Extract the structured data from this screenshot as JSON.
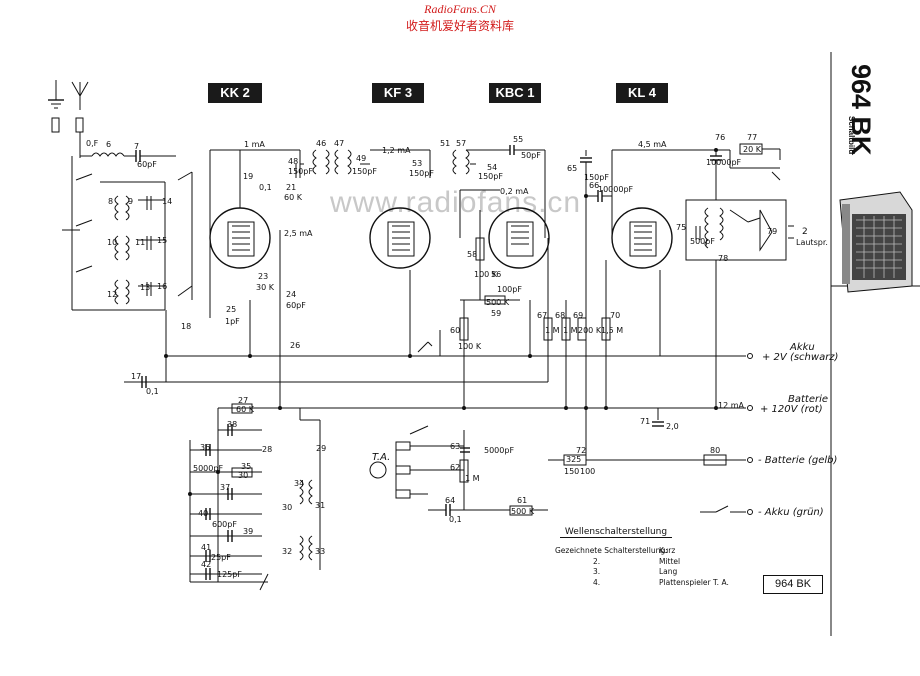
{
  "watermark": {
    "site": "RadioFans.CN",
    "tagline": "收音机爱好者资料库",
    "center": "www.radiofans.cn"
  },
  "title": {
    "model": "964 BK",
    "subtitle": "Schaltbild"
  },
  "tubes": [
    "KK 2",
    "KF 3",
    "KBC 1",
    "KL 4"
  ],
  "model_box": "964 BK",
  "supply": {
    "akku_label": "Akku",
    "akku_value": "+ 2V (schwarz)",
    "batterie_label": "Batterie",
    "batterie_value": "+ 120V (rot)",
    "batterie_gelb": "- Batterie (gelb)",
    "akku_gruen": "- Akku (grün)",
    "current_12": "12 mA"
  },
  "speaker": {
    "number": "2",
    "label": "Lautspr."
  },
  "currents": [
    "1 mA",
    "1,2 mA",
    "0,2 mA",
    "4,5 mA",
    "2,5 mA"
  ],
  "ta_label": "T.A.",
  "wellenschalter": {
    "title": "Wellenschalterstellung",
    "rows": [
      {
        "pos": "Gezeichnete Schalterstellung:",
        "name": "Kurz"
      },
      {
        "pos": "2.",
        "name": "Mittel"
      },
      {
        "pos": "3.",
        "name": "Lang"
      },
      {
        "pos": "4.",
        "name": "Plattenspieler   T. A."
      }
    ]
  },
  "components": {
    "c6": "6",
    "c7": "7",
    "c7v": "60pF",
    "of": "0,F",
    "c8": "8",
    "c9": "9",
    "c10": "10",
    "c11": "11",
    "c12": "12",
    "c13": "13",
    "c14": "14",
    "c15": "15",
    "c16": "16",
    "c17": "17",
    "c17v": "0,1",
    "c18": "18",
    "c19": "19",
    "c19v": "0,1",
    "c21": "21",
    "c21v": "60 K",
    "c23": "23",
    "c23v": "30 K",
    "c24": "24",
    "c24v": "60pF",
    "c25": "25",
    "c25v": "1pF",
    "c26": "26",
    "c27": "27",
    "c27v": "60 K",
    "c28": "28",
    "c29": "29",
    "c30": "30",
    "c31": "31",
    "c32": "32",
    "c33": "33",
    "c34": "34",
    "c35": "35",
    "c35v": "30",
    "c36": "36",
    "c36v": "5000pF",
    "c37": "37",
    "c38": "38",
    "c39": "39",
    "c40": "40",
    "c40v": "600pF",
    "c41": "41",
    "c41v": "25pF",
    "c42": "42",
    "c42v": "125pF",
    "c46": "46",
    "c47": "47",
    "c48": "48",
    "c48v": "150pF",
    "c49": "49",
    "c49v": "150pF",
    "c51": "51",
    "c53": "53",
    "c53v": "150pF",
    "c54": "54",
    "c54v": "150pF",
    "c55": "55",
    "c55v": "50pF",
    "c56": "56",
    "c56v": "100pF",
    "c57": "57",
    "c58": "58",
    "c58v": "100 K",
    "c59": "59",
    "c59v": "500 K",
    "c60": "60",
    "c60v": "100 K",
    "c61": "61",
    "c61v": "500 K",
    "c62": "62",
    "c62v": "1 M",
    "c63": "63",
    "c63v": "5000pF",
    "c64": "64",
    "c64v": "0,1",
    "c65": "65",
    "c65v": "150pF",
    "c66": "66",
    "c66v": "10000pF",
    "c67": "67",
    "c67v": "1 M",
    "c68": "68",
    "c68v": "1 M",
    "c69": "69",
    "c69v": "200 K",
    "c70": "70",
    "c70v": "1,5 M",
    "c71": "71",
    "c71v": "2,0",
    "c72": "72",
    "c72v": "325",
    "c72a": "150",
    "c72b": "100",
    "c75": "75",
    "c75v": "500pF",
    "c76": "76",
    "c76v": "10000pF",
    "c77": "77",
    "c77v": "20 K",
    "c78": "78",
    "c79": "79",
    "c80": "80"
  }
}
